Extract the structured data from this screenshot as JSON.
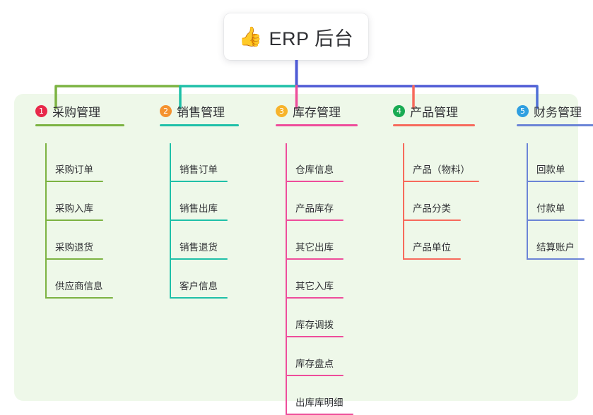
{
  "diagram": {
    "type": "mindmap",
    "root": {
      "icon": "thumbs-up-icon",
      "emoji": "👍",
      "title": "ERP 后台"
    },
    "board_color": "#eef8e9",
    "trunk_color": "#4f5bd5",
    "columns": [
      {
        "number": "1",
        "label": "采购管理",
        "badge_color": "#e8294a",
        "line_color": "#7cb342",
        "head_rule_width": 126,
        "leaf_rule_width": 82,
        "items": [
          "采购订单",
          "采购入库",
          "采购退货",
          "供应商信息"
        ]
      },
      {
        "number": "2",
        "label": "销售管理",
        "badge_color": "#f5922f",
        "line_color": "#1fc0a8",
        "head_rule_width": 112,
        "leaf_rule_width": 82,
        "items": [
          "销售订单",
          "销售出库",
          "销售退货",
          "客户信息"
        ]
      },
      {
        "number": "3",
        "label": "库存管理",
        "badge_color": "#f7b32b",
        "line_color": "#ee4d9b",
        "head_rule_width": 116,
        "leaf_rule_width": 82,
        "items": [
          "仓库信息",
          "产品库存",
          "其它出库",
          "其它入库",
          "库存调拨",
          "库存盘点",
          "出库库明细"
        ]
      },
      {
        "number": "4",
        "label": "产品管理",
        "badge_color": "#19ab53",
        "line_color": "#f76a5c",
        "head_rule_width": 116,
        "leaf_rule_width": 96,
        "items": [
          "产品（物料）",
          "产品分类",
          "产品单位"
        ]
      },
      {
        "number": "5",
        "label": "财务管理",
        "badge_color": "#2f9fe0",
        "line_color": "#6b84d6",
        "head_rule_width": 116,
        "leaf_rule_width": 82,
        "items": [
          "回款单",
          "付款单",
          "结算账户"
        ]
      }
    ]
  }
}
